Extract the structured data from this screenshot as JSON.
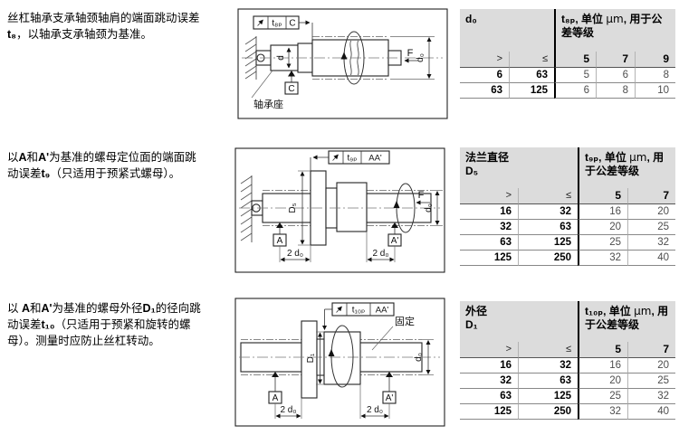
{
  "colors": {
    "header_bg": "#dcdcdc",
    "table_rule": "#555555",
    "value_text": "#4d4d4d",
    "diagram_line": "#222222"
  },
  "sections": [
    {
      "description": [
        {
          "t": "丝杠轴承支承轴颈轴肩的端面跳动误差 ",
          "b": false
        },
        {
          "t": "t₈",
          "b": true
        },
        {
          "t": "，以轴承支承轴颈为基准。",
          "b": false
        }
      ],
      "diagram": {
        "fcf_symbol": "runout",
        "fcf_tolerance": "t₈ₚ",
        "fcf_datum": "C",
        "datum_label": "C",
        "dim_d": "d",
        "dim_d0": "d₀",
        "force": "F",
        "callout": "轴承座"
      },
      "table": {
        "header_left_1": "d₀",
        "header_left_2": "",
        "unit_header": {
          "p1": "t₈ₚ, 单位 ",
          "unit": "μm",
          "p2": ", 用于公差等级"
        },
        "op_gt": ">",
        "op_le": "≤",
        "grades": [
          "5",
          "7",
          "9"
        ],
        "rows": [
          [
            "6",
            "63",
            "5",
            "6",
            "8"
          ],
          [
            "63",
            "125",
            "6",
            "8",
            "10"
          ]
        ]
      }
    },
    {
      "description": [
        {
          "t": "以",
          "b": false
        },
        {
          "t": "A",
          "b": true
        },
        {
          "t": "和",
          "b": false
        },
        {
          "t": "A'",
          "b": true
        },
        {
          "t": "为基准的螺母定位面的端面跳动误差",
          "b": false
        },
        {
          "t": "t₉",
          "b": true
        },
        {
          "t": "（只适用于预紧式螺母）。",
          "b": false
        }
      ],
      "diagram": {
        "fcf_symbol": "runout",
        "fcf_tolerance": "t₉ₚ",
        "fcf_datum": "AA'",
        "datum_left": "A",
        "datum_right": "A'",
        "dim_D": "D₅",
        "dim_d0": "d₀",
        "dim_2d0": "2 d₀",
        "force": "F"
      },
      "table": {
        "header_left_1": "法兰直径",
        "header_left_2": "D₅",
        "unit_header": {
          "p1": "t₉ₚ, 单位 ",
          "unit": "μm",
          "p2": ", 用于公差等级"
        },
        "op_gt": ">",
        "op_le": "≤",
        "grades": [
          "5",
          "7"
        ],
        "rows": [
          [
            "16",
            "32",
            "16",
            "20"
          ],
          [
            "32",
            "63",
            "20",
            "25"
          ],
          [
            "63",
            "125",
            "25",
            "32"
          ],
          [
            "125",
            "250",
            "32",
            "40"
          ]
        ]
      }
    },
    {
      "description": [
        {
          "t": "以 ",
          "b": false
        },
        {
          "t": "A",
          "b": true
        },
        {
          "t": "和",
          "b": false
        },
        {
          "t": "A'",
          "b": true
        },
        {
          "t": "为基准的螺母外径",
          "b": false
        },
        {
          "t": "D₁",
          "b": true
        },
        {
          "t": "的径向跳动误差",
          "b": false
        },
        {
          "t": "t₁₀",
          "b": true
        },
        {
          "t": "（只适用于预紧和旋转的螺母）。测量时应防止丝杠转动。",
          "b": false
        }
      ],
      "diagram": {
        "fcf_symbol": "runout",
        "fcf_tolerance": "t₁₀ₚ",
        "fcf_datum": "AA'",
        "datum_left": "A",
        "datum_right": "A'",
        "dim_D": "D₁",
        "dim_d0": "d₀",
        "dim_2d0": "2 d₀",
        "fixed_label": "固定"
      },
      "table": {
        "header_left_1": "外径",
        "header_left_2": "D₁",
        "unit_header": {
          "p1": "t₁₀ₚ, 单位 ",
          "unit": "μm",
          "p2": ", 用于公差等级"
        },
        "op_gt": ">",
        "op_le": "≤",
        "grades": [
          "5",
          "7"
        ],
        "rows": [
          [
            "16",
            "32",
            "16",
            "20"
          ],
          [
            "32",
            "63",
            "20",
            "25"
          ],
          [
            "63",
            "125",
            "25",
            "32"
          ],
          [
            "125",
            "250",
            "32",
            "40"
          ]
        ]
      }
    }
  ]
}
